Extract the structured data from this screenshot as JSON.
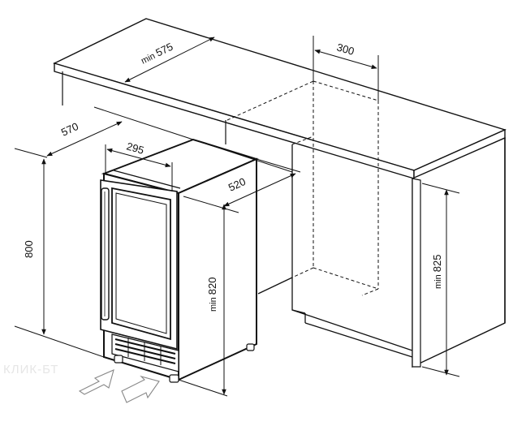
{
  "dimensions": {
    "counter_depth": {
      "prefix": "min",
      "value": "575"
    },
    "niche_gap": {
      "value": "300"
    },
    "overall_depth": {
      "value": "570"
    },
    "door_depth": {
      "value": "295"
    },
    "cabinet_depth": {
      "value": "520"
    },
    "cabinet_height": {
      "value": "800"
    },
    "niche_height_cabinet": {
      "prefix": "min",
      "value": "820"
    },
    "niche_height_counter": {
      "prefix": "min",
      "value": "825"
    }
  },
  "watermark": "КЛИК-БТ"
}
